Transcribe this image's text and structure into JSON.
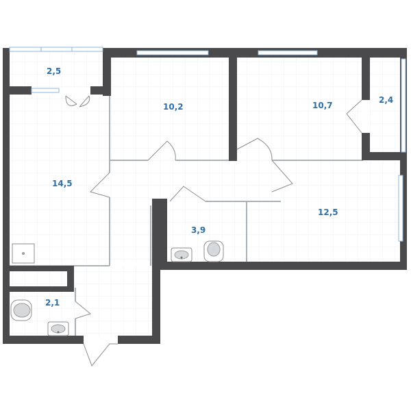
{
  "rooms": [
    {
      "id": "balcony-left",
      "area": "2,5"
    },
    {
      "id": "room-center",
      "area": "10,2"
    },
    {
      "id": "room-right",
      "area": "10,7"
    },
    {
      "id": "balcony-right",
      "area": "2,4"
    },
    {
      "id": "kitchen",
      "area": "14,5"
    },
    {
      "id": "bathroom",
      "area": "3,9"
    },
    {
      "id": "living-room",
      "area": "12,5"
    },
    {
      "id": "toilet",
      "area": "2,1"
    }
  ],
  "colors": {
    "wall": "#4a4a4c",
    "area_label": "#2d6fa6",
    "window": "#8fb6d8"
  },
  "icons": [
    "stove-icon",
    "toilet-icon",
    "sink-icon",
    "bathtub-icon"
  ]
}
